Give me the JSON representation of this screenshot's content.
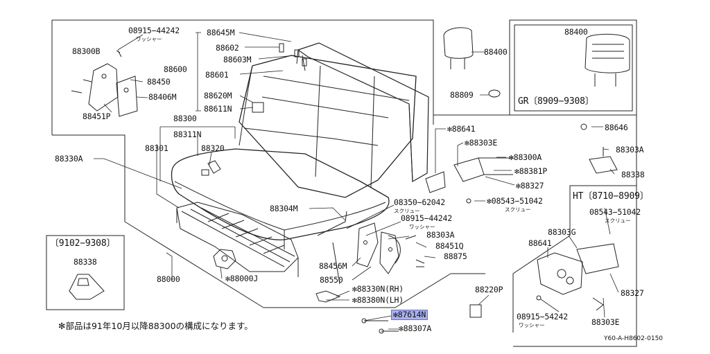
{
  "colors": {
    "line": "#222222",
    "highlight": "#aab0ee",
    "highlight_border": "#6a70c0",
    "background": "#ffffff"
  },
  "labels": {
    "p08915_44242_top": "08915−44242",
    "washer_top": "ワッシャー",
    "p88300B": "88300B",
    "p88450": "88450",
    "p88406M": "88406M",
    "p88451P": "88451P",
    "p88645M": "88645M",
    "p88602": "88602",
    "p88603M": "88603M",
    "p88600": "88600",
    "p88601": "88601",
    "p88620M": "88620M",
    "p88611N": "88611N",
    "p88400_main": "88400",
    "p88809": "88809",
    "p88400_gr": "88400",
    "gr_range": "GR〔8909−9308〕",
    "p88646": "88646",
    "p88303A_right": "88303A",
    "p88338_right": "88338",
    "p88641": "✻88641",
    "p88303E_mid": "✻88303E",
    "p88300A": "✻88300A",
    "p88381P": "✻88381P",
    "p88327_mid": "✻88327",
    "p08543_51042_mid": "✻08543−51042",
    "screw_mid": "スクリュー",
    "p88300": "88300",
    "p88311N": "88311N",
    "p88301": "88301",
    "p88320": "88320",
    "p88330A": "88330A",
    "p08350_62042": "08350−62042",
    "screw_08350": "スクリュー",
    "p08915_44242_mid": "08915−44242",
    "washer_mid": "ワッシャー",
    "p88304M": "88304M",
    "p88303A_mid": "88303A",
    "p88451Q": "88451Q",
    "p88875": "88875",
    "p88456M": "88456M",
    "p88550": "88550",
    "p88330N": "✻88330N(RH)",
    "p88380N": "✻88380N(LH)",
    "p87614N": "✻87614N",
    "p88307A": "✻88307A",
    "p88000J": "✻88000J",
    "p88000": "88000",
    "p88220P": "88220P",
    "range_9102": "〔9102−9308〕",
    "p88338_left": "88338",
    "ht_range": "HT〔8710−8909〕",
    "p08543_51042_ht": "08543−51042",
    "screw_ht": "スクリュー",
    "p88303G": "88303G",
    "p88641_ht": "88641",
    "p88327_ht": "88327",
    "p08915_54242": "08915−54242",
    "washer_ht": "ワッシャー",
    "p88303E_ht": "88303E"
  },
  "footnote": "✻部品は91年10月以降88300の構成になります。",
  "diagram_code": "Y60-A-H8602-0150",
  "highlighted_part": "87614N"
}
